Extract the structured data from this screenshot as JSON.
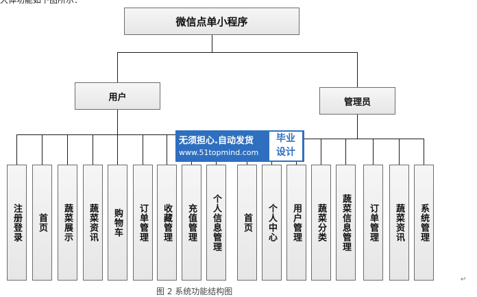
{
  "intro_text": "大体功能如下图所示：",
  "caption": "图 2 系统功能结构图",
  "paragraph_mark": "↵",
  "watermark": {
    "line1": "无须担心.自动发货",
    "line2": "www.51topmind.com",
    "badge_top": "毕业",
    "badge_bottom": "设计"
  },
  "diagram": {
    "root": "微信点单小程序",
    "branches": [
      {
        "label": "用户",
        "children": [
          "注册登录",
          "首页",
          "蔬菜展示",
          "蔬菜资讯",
          "购物车",
          "订单管理",
          "收藏管理",
          "充值管理",
          "个人信息管理"
        ]
      },
      {
        "label": "管理员",
        "children": [
          "首页",
          "个人中心",
          "用户管理",
          "蔬菜分类",
          "蔬菜信息管理",
          "订单管理",
          "蔬菜资讯",
          "系统管理"
        ]
      }
    ]
  }
}
